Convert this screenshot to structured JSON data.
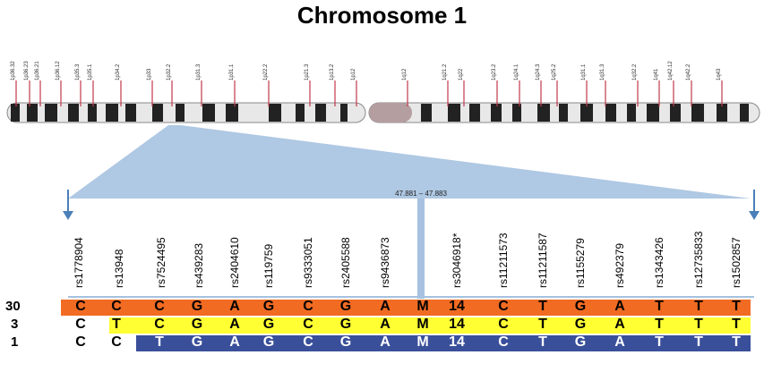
{
  "title": "Chromosome 1",
  "band_labels_p": [
    "1p36.32",
    "1p36.23",
    "1p36.21",
    "1p36.12",
    "1p35.3",
    "1p35.1",
    "1p34.2",
    "1p33",
    "1p32.2",
    "1p31.3",
    "1p31.1",
    "1p22.2",
    "1p21.3",
    "1p13.2",
    "1p12"
  ],
  "band_labels_q": [
    "1q12",
    "1q21.2",
    "1q22",
    "1q23.2",
    "1q24.1",
    "1q24.3",
    "1q25.2",
    "1q31.1",
    "1q31.3",
    "1q32.2",
    "1q41",
    "1q42.12",
    "1q42.2",
    "1q43"
  ],
  "region_label": "47.881 – 47.883",
  "snps": [
    "rs1778904",
    "rs13948",
    "rs7524495",
    "rs439283",
    "rs2404610",
    "rs119759",
    "rs9333051",
    "rs2405588",
    "rs9436873",
    "rs3046918*",
    "rs11211573",
    "rs11211587",
    "rs1155279",
    "rs492379",
    "rs1343426",
    "rs12735833",
    "rs1502857"
  ],
  "rows": [
    {
      "label": "30",
      "color": "#f26b22",
      "text_color": "#000000",
      "alleles": [
        "C",
        "C",
        "C",
        "G",
        "A",
        "G",
        "C",
        "G",
        "A",
        "M",
        "14",
        "C",
        "T",
        "G",
        "A",
        "T",
        "T",
        "T"
      ]
    },
    {
      "label": "3",
      "color": "#ffff33",
      "text_color": "#000000",
      "alleles": [
        "C",
        "T",
        "C",
        "G",
        "A",
        "G",
        "C",
        "G",
        "A",
        "M",
        "14",
        "C",
        "T",
        "G",
        "A",
        "T",
        "T",
        "T"
      ]
    },
    {
      "label": "1",
      "color": "#3a4f9a",
      "text_color": "#ffffff",
      "alleles": [
        "C",
        "C",
        "T",
        "G",
        "A",
        "G",
        "C",
        "G",
        "A",
        "M",
        "14",
        "C",
        "T",
        "G",
        "A",
        "T",
        "T",
        "T"
      ]
    }
  ],
  "colors": {
    "marker": "#a6c2e0",
    "band_line": "#c0394b",
    "arrow": "#4a7fb8"
  }
}
